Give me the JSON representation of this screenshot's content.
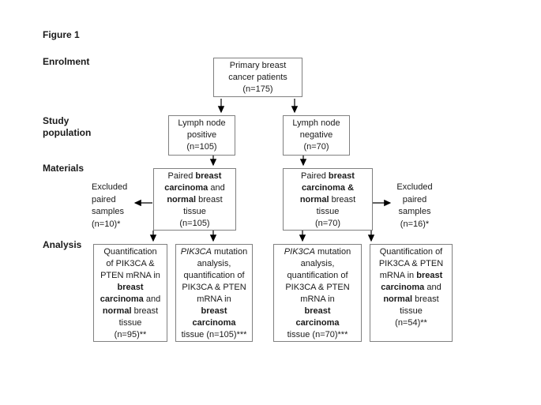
{
  "figure_label": "Figure 1",
  "stages": [
    "Enrolment",
    "Study population",
    "Materials",
    "Analysis"
  ],
  "colors": {
    "background": "#ffffff",
    "box_fill": "#ffffff",
    "box_border": "#808080",
    "arrow": "#000000",
    "text": "#1a1a1a"
  },
  "boxes": {
    "enrolment": {
      "text": "Primary breast cancer patients (n=175)",
      "runs": [
        {
          "t": "Primary breast"
        },
        {
          "br": true
        },
        {
          "t": "cancer patients"
        },
        {
          "br": true
        },
        {
          "t": "(n=175)"
        }
      ]
    },
    "lymph_positive": {
      "text": "Lymph node positive (n=105)",
      "runs": [
        {
          "t": "Lymph node"
        },
        {
          "br": true
        },
        {
          "t": "positive"
        },
        {
          "br": true
        },
        {
          "t": "(n=105)"
        }
      ]
    },
    "lymph_negative": {
      "text": "Lymph node negative (n=70)",
      "runs": [
        {
          "t": "Lymph node"
        },
        {
          "br": true
        },
        {
          "t": "negative"
        },
        {
          "br": true
        },
        {
          "t": "(n=70)"
        }
      ]
    },
    "materials_left": {
      "text": "Paired breast carcinoma and normal breast tissue (n=105)",
      "runs": [
        {
          "t": "Paired "
        },
        {
          "t": "breast",
          "b": true
        },
        {
          "br": true
        },
        {
          "t": "carcinoma",
          "b": true
        },
        {
          "t": " and"
        },
        {
          "br": true
        },
        {
          "t": "normal",
          "b": true
        },
        {
          "t": " breast"
        },
        {
          "br": true
        },
        {
          "t": "tissue"
        },
        {
          "br": true
        },
        {
          "t": "(n=105)"
        }
      ]
    },
    "materials_right": {
      "text": "Paired breast carcinoma & normal breast tissue (n=70)",
      "runs": [
        {
          "t": "Paired "
        },
        {
          "t": "breast",
          "b": true
        },
        {
          "br": true
        },
        {
          "t": "carcinoma &",
          "b": true
        },
        {
          "br": true
        },
        {
          "t": "normal",
          "b": true
        },
        {
          "t": " breast"
        },
        {
          "br": true
        },
        {
          "t": "tissue"
        },
        {
          "br": true
        },
        {
          "t": "(n=70)"
        }
      ]
    },
    "analysis_1": {
      "text": "Quantification of PIK3CA & PTEN mRNA in breast carcinoma and normal breast tissue (n=95)**",
      "runs": [
        {
          "t": "Quantification"
        },
        {
          "br": true
        },
        {
          "t": "of PIK3CA &"
        },
        {
          "br": true
        },
        {
          "t": "PTEN mRNA in"
        },
        {
          "br": true
        },
        {
          "t": "breast",
          "b": true
        },
        {
          "br": true
        },
        {
          "t": "carcinoma",
          "b": true
        },
        {
          "t": " and"
        },
        {
          "br": true
        },
        {
          "t": "normal",
          "b": true
        },
        {
          "t": " breast"
        },
        {
          "br": true
        },
        {
          "t": "tissue"
        },
        {
          "br": true
        },
        {
          "t": "(n=95)**"
        }
      ]
    },
    "analysis_2": {
      "text": "PIK3CA mutation analysis, quantification of PIK3CA & PTEN mRNA in breast carcinoma tissue (n=105)***",
      "runs": [
        {
          "t": "PIK3CA",
          "i": true
        },
        {
          "t": " mutation"
        },
        {
          "br": true
        },
        {
          "t": "analysis,"
        },
        {
          "br": true
        },
        {
          "t": "quantification of"
        },
        {
          "br": true
        },
        {
          "t": "PIK3CA & PTEN"
        },
        {
          "br": true
        },
        {
          "t": "mRNA in"
        },
        {
          "br": true
        },
        {
          "t": "breast",
          "b": true
        },
        {
          "br": true
        },
        {
          "t": "carcinoma",
          "b": true
        },
        {
          "br": true
        },
        {
          "t": "tissue (n=105)***"
        }
      ]
    },
    "analysis_3": {
      "text": "PIK3CA mutation analysis, quantification of PIK3CA & PTEN mRNA in breast carcinoma tissue (n=70)***",
      "runs": [
        {
          "t": "PIK3CA",
          "i": true
        },
        {
          "t": " mutation"
        },
        {
          "br": true
        },
        {
          "t": "analysis,"
        },
        {
          "br": true
        },
        {
          "t": "quantification of"
        },
        {
          "br": true
        },
        {
          "t": "PIK3CA & PTEN"
        },
        {
          "br": true
        },
        {
          "t": "mRNA in"
        },
        {
          "br": true
        },
        {
          "t": "breast",
          "b": true
        },
        {
          "br": true
        },
        {
          "t": "carcinoma",
          "b": true
        },
        {
          "br": true
        },
        {
          "t": "tissue (n=70)***"
        }
      ]
    },
    "analysis_4": {
      "text": "Quantification of PIK3CA & PTEN mRNA in breast carcinoma and normal breast tissue (n=54)**",
      "runs": [
        {
          "t": "Quantification of"
        },
        {
          "br": true
        },
        {
          "t": "PIK3CA & PTEN"
        },
        {
          "br": true
        },
        {
          "t": "mRNA in "
        },
        {
          "t": "breast",
          "b": true
        },
        {
          "br": true
        },
        {
          "t": "carcinoma",
          "b": true
        },
        {
          "t": " and"
        },
        {
          "br": true
        },
        {
          "t": "normal",
          "b": true
        },
        {
          "t": " breast"
        },
        {
          "br": true
        },
        {
          "t": "tissue"
        },
        {
          "br": true
        },
        {
          "t": "(n=54)**"
        }
      ]
    }
  },
  "annotations": {
    "excluded_left": {
      "text": "Excluded paired samples (n=10)*",
      "runs": [
        {
          "t": "Excluded"
        },
        {
          "br": true
        },
        {
          "t": "paired"
        },
        {
          "br": true
        },
        {
          "t": "samples"
        },
        {
          "br": true
        },
        {
          "t": "(n=10)*"
        }
      ]
    },
    "excluded_right": {
      "text": "Excluded paired samples (n=16)*",
      "runs": [
        {
          "t": "Excluded"
        },
        {
          "br": true
        },
        {
          "t": "paired"
        },
        {
          "br": true
        },
        {
          "t": "samples"
        },
        {
          "br": true
        },
        {
          "t": "(n=16)*"
        }
      ]
    }
  }
}
